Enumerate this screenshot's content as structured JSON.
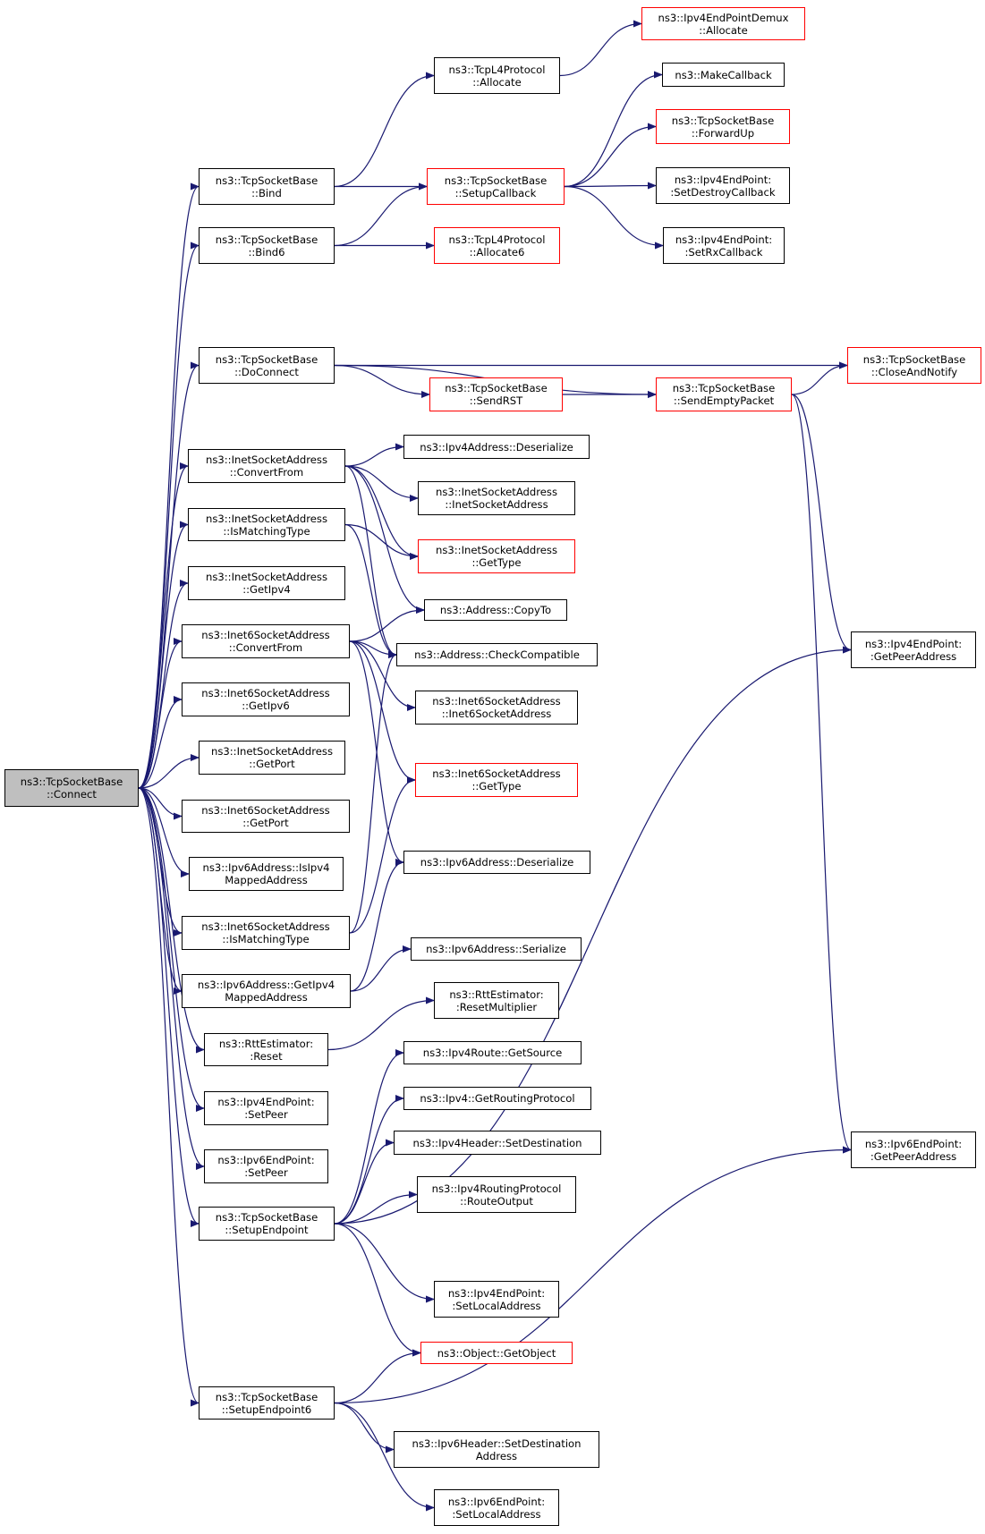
{
  "colors": {
    "edge": "#191970",
    "box_border": "#000000",
    "truncated_border": "#ff0000",
    "root_fill": "#bfbfbf",
    "background": "#ffffff"
  },
  "nodes": [
    {
      "id": "connect",
      "lines": [
        "ns3::TcpSocketBase",
        "::Connect"
      ],
      "style": "root"
    },
    {
      "id": "bind",
      "lines": [
        "ns3::TcpSocketBase",
        "::Bind"
      ],
      "style": "normal"
    },
    {
      "id": "bind6",
      "lines": [
        "ns3::TcpSocketBase",
        "::Bind6"
      ],
      "style": "normal"
    },
    {
      "id": "doconnect",
      "lines": [
        "ns3::TcpSocketBase",
        "::DoConnect"
      ],
      "style": "normal"
    },
    {
      "id": "inet_convertfrom",
      "lines": [
        "ns3::InetSocketAddress",
        "::ConvertFrom"
      ],
      "style": "normal"
    },
    {
      "id": "inet_ismatching",
      "lines": [
        "ns3::InetSocketAddress",
        "::IsMatchingType"
      ],
      "style": "normal"
    },
    {
      "id": "inet_getipv4",
      "lines": [
        "ns3::InetSocketAddress",
        "::GetIpv4"
      ],
      "style": "normal"
    },
    {
      "id": "inet6_convertfrom",
      "lines": [
        "ns3::Inet6SocketAddress",
        "::ConvertFrom"
      ],
      "style": "normal"
    },
    {
      "id": "inet6_getipv6",
      "lines": [
        "ns3::Inet6SocketAddress",
        "::GetIpv6"
      ],
      "style": "normal"
    },
    {
      "id": "inet_getport",
      "lines": [
        "ns3::InetSocketAddress",
        "::GetPort"
      ],
      "style": "normal"
    },
    {
      "id": "inet6_getport",
      "lines": [
        "ns3::Inet6SocketAddress",
        "::GetPort"
      ],
      "style": "normal"
    },
    {
      "id": "ipv6_isipv4mapped",
      "lines": [
        "ns3::Ipv6Address::IsIpv4",
        "MappedAddress"
      ],
      "style": "normal"
    },
    {
      "id": "inet6_ismatching",
      "lines": [
        "ns3::Inet6SocketAddress",
        "::IsMatchingType"
      ],
      "style": "normal"
    },
    {
      "id": "ipv6_getipv4mapped",
      "lines": [
        "ns3::Ipv6Address::GetIpv4",
        "MappedAddress"
      ],
      "style": "normal"
    },
    {
      "id": "rtt_reset",
      "lines": [
        "ns3::RttEstimator:",
        ":Reset"
      ],
      "style": "normal"
    },
    {
      "id": "ipv4ep_setpeer",
      "lines": [
        "ns3::Ipv4EndPoint:",
        ":SetPeer"
      ],
      "style": "normal"
    },
    {
      "id": "ipv6ep_setpeer",
      "lines": [
        "ns3::Ipv6EndPoint:",
        ":SetPeer"
      ],
      "style": "normal"
    },
    {
      "id": "setupendpoint",
      "lines": [
        "ns3::TcpSocketBase",
        "::SetupEndpoint"
      ],
      "style": "normal"
    },
    {
      "id": "setupendpoint6",
      "lines": [
        "ns3::TcpSocketBase",
        "::SetupEndpoint6"
      ],
      "style": "normal"
    },
    {
      "id": "tcpl4_allocate",
      "lines": [
        "ns3::TcpL4Protocol",
        "::Allocate"
      ],
      "style": "normal"
    },
    {
      "id": "setupcallback",
      "lines": [
        "ns3::TcpSocketBase",
        "::SetupCallback"
      ],
      "style": "red"
    },
    {
      "id": "tcpl4_allocate6",
      "lines": [
        "ns3::TcpL4Protocol",
        "::Allocate6"
      ],
      "style": "red"
    },
    {
      "id": "sendrst",
      "lines": [
        "ns3::TcpSocketBase",
        "::SendRST"
      ],
      "style": "red"
    },
    {
      "id": "ipv4addr_deser",
      "lines": [
        "ns3::Ipv4Address::Deserialize"
      ],
      "style": "normal"
    },
    {
      "id": "inet_ctor",
      "lines": [
        "ns3::InetSocketAddress",
        "::InetSocketAddress"
      ],
      "style": "normal"
    },
    {
      "id": "inet_gettype",
      "lines": [
        "ns3::InetSocketAddress",
        "::GetType"
      ],
      "style": "red"
    },
    {
      "id": "addr_copyto",
      "lines": [
        "ns3::Address::CopyTo"
      ],
      "style": "normal"
    },
    {
      "id": "addr_checkcompat",
      "lines": [
        "ns3::Address::CheckCompatible"
      ],
      "style": "normal"
    },
    {
      "id": "inet6_ctor",
      "lines": [
        "ns3::Inet6SocketAddress",
        "::Inet6SocketAddress"
      ],
      "style": "normal"
    },
    {
      "id": "inet6_gettype",
      "lines": [
        "ns3::Inet6SocketAddress",
        "::GetType"
      ],
      "style": "red"
    },
    {
      "id": "ipv6addr_deser",
      "lines": [
        "ns3::Ipv6Address::Deserialize"
      ],
      "style": "normal"
    },
    {
      "id": "ipv6addr_ser",
      "lines": [
        "ns3::Ipv6Address::Serialize"
      ],
      "style": "normal"
    },
    {
      "id": "rtt_resetmult",
      "lines": [
        "ns3::RttEstimator:",
        ":ResetMultiplier"
      ],
      "style": "normal"
    },
    {
      "id": "ipv4route_getsource",
      "lines": [
        "ns3::Ipv4Route::GetSource"
      ],
      "style": "normal"
    },
    {
      "id": "ipv4_getrouting",
      "lines": [
        "ns3::Ipv4::GetRoutingProtocol"
      ],
      "style": "normal"
    },
    {
      "id": "ipv4hdr_setdest",
      "lines": [
        "ns3::Ipv4Header::SetDestination"
      ],
      "style": "normal"
    },
    {
      "id": "ipv4rp_routeoutput",
      "lines": [
        "ns3::Ipv4RoutingProtocol",
        "::RouteOutput"
      ],
      "style": "normal"
    },
    {
      "id": "ipv4ep_setlocal",
      "lines": [
        "ns3::Ipv4EndPoint:",
        ":SetLocalAddress"
      ],
      "style": "normal"
    },
    {
      "id": "object_getobject",
      "lines": [
        "ns3::Object::GetObject"
      ],
      "style": "red"
    },
    {
      "id": "ipv6hdr_setdest",
      "lines": [
        "ns3::Ipv6Header::SetDestination",
        "Address"
      ],
      "style": "normal"
    },
    {
      "id": "ipv6ep_setlocal",
      "lines": [
        "ns3::Ipv6EndPoint:",
        ":SetLocalAddress"
      ],
      "style": "normal"
    },
    {
      "id": "ipv4epdemux_allocate",
      "lines": [
        "ns3::Ipv4EndPointDemux",
        "::Allocate"
      ],
      "style": "red"
    },
    {
      "id": "makecallback",
      "lines": [
        "ns3::MakeCallback"
      ],
      "style": "normal"
    },
    {
      "id": "forwardup",
      "lines": [
        "ns3::TcpSocketBase",
        "::ForwardUp"
      ],
      "style": "red"
    },
    {
      "id": "ipv4ep_setdestroy",
      "lines": [
        "ns3::Ipv4EndPoint:",
        ":SetDestroyCallback"
      ],
      "style": "normal"
    },
    {
      "id": "ipv4ep_setrx",
      "lines": [
        "ns3::Ipv4EndPoint:",
        ":SetRxCallback"
      ],
      "style": "normal"
    },
    {
      "id": "sendemptypacket",
      "lines": [
        "ns3::TcpSocketBase",
        "::SendEmptyPacket"
      ],
      "style": "red"
    },
    {
      "id": "closeandnotify",
      "lines": [
        "ns3::TcpSocketBase",
        "::CloseAndNotify"
      ],
      "style": "red"
    },
    {
      "id": "ipv4ep_getpeer",
      "lines": [
        "ns3::Ipv4EndPoint:",
        ":GetPeerAddress"
      ],
      "style": "normal"
    },
    {
      "id": "ipv6ep_getpeer",
      "lines": [
        "ns3::Ipv6EndPoint:",
        ":GetPeerAddress"
      ],
      "style": "normal"
    }
  ],
  "edges": [
    [
      "connect",
      "bind"
    ],
    [
      "connect",
      "bind6"
    ],
    [
      "connect",
      "doconnect"
    ],
    [
      "connect",
      "inet_convertfrom"
    ],
    [
      "connect",
      "inet_ismatching"
    ],
    [
      "connect",
      "inet_getipv4"
    ],
    [
      "connect",
      "inet6_convertfrom"
    ],
    [
      "connect",
      "inet6_getipv6"
    ],
    [
      "connect",
      "inet_getport"
    ],
    [
      "connect",
      "inet6_getport"
    ],
    [
      "connect",
      "ipv6_isipv4mapped"
    ],
    [
      "connect",
      "inet6_ismatching"
    ],
    [
      "connect",
      "ipv6_getipv4mapped"
    ],
    [
      "connect",
      "rtt_reset"
    ],
    [
      "connect",
      "ipv4ep_setpeer"
    ],
    [
      "connect",
      "ipv6ep_setpeer"
    ],
    [
      "connect",
      "setupendpoint"
    ],
    [
      "connect",
      "setupendpoint6"
    ],
    [
      "bind",
      "tcpl4_allocate"
    ],
    [
      "bind",
      "setupcallback"
    ],
    [
      "bind6",
      "setupcallback"
    ],
    [
      "bind6",
      "tcpl4_allocate6"
    ],
    [
      "tcpl4_allocate",
      "ipv4epdemux_allocate"
    ],
    [
      "setupcallback",
      "makecallback"
    ],
    [
      "setupcallback",
      "forwardup"
    ],
    [
      "setupcallback",
      "ipv4ep_setdestroy"
    ],
    [
      "setupcallback",
      "ipv4ep_setrx"
    ],
    [
      "doconnect",
      "closeandnotify"
    ],
    [
      "doconnect",
      "sendemptypacket"
    ],
    [
      "doconnect",
      "sendrst"
    ],
    [
      "sendrst",
      "sendemptypacket"
    ],
    [
      "sendemptypacket",
      "closeandnotify"
    ],
    [
      "sendemptypacket",
      "ipv4ep_getpeer"
    ],
    [
      "sendemptypacket",
      "ipv6ep_getpeer"
    ],
    [
      "inet_convertfrom",
      "ipv4addr_deser"
    ],
    [
      "inet_convertfrom",
      "inet_ctor"
    ],
    [
      "inet_convertfrom",
      "inet_gettype"
    ],
    [
      "inet_convertfrom",
      "addr_copyto"
    ],
    [
      "inet_convertfrom",
      "addr_checkcompat"
    ],
    [
      "inet_ismatching",
      "inet_gettype"
    ],
    [
      "inet_ismatching",
      "addr_checkcompat"
    ],
    [
      "inet6_convertfrom",
      "addr_copyto"
    ],
    [
      "inet6_convertfrom",
      "addr_checkcompat"
    ],
    [
      "inet6_convertfrom",
      "inet6_ctor"
    ],
    [
      "inet6_convertfrom",
      "inet6_gettype"
    ],
    [
      "inet6_convertfrom",
      "ipv6addr_deser"
    ],
    [
      "inet6_ismatching",
      "addr_checkcompat"
    ],
    [
      "inet6_ismatching",
      "inet6_gettype"
    ],
    [
      "ipv6_getipv4mapped",
      "ipv6addr_deser"
    ],
    [
      "ipv6_getipv4mapped",
      "ipv6addr_ser"
    ],
    [
      "rtt_reset",
      "rtt_resetmult"
    ],
    [
      "setupendpoint",
      "ipv4route_getsource"
    ],
    [
      "setupendpoint",
      "ipv4_getrouting"
    ],
    [
      "setupendpoint",
      "ipv4hdr_setdest"
    ],
    [
      "setupendpoint",
      "ipv4rp_routeoutput"
    ],
    [
      "setupendpoint",
      "ipv4ep_getpeer"
    ],
    [
      "setupendpoint",
      "ipv4ep_setlocal"
    ],
    [
      "setupendpoint",
      "object_getobject"
    ],
    [
      "setupendpoint6",
      "object_getobject"
    ],
    [
      "setupendpoint6",
      "ipv6ep_getpeer"
    ],
    [
      "setupendpoint6",
      "ipv6hdr_setdest"
    ],
    [
      "setupendpoint6",
      "ipv6ep_setlocal"
    ]
  ]
}
